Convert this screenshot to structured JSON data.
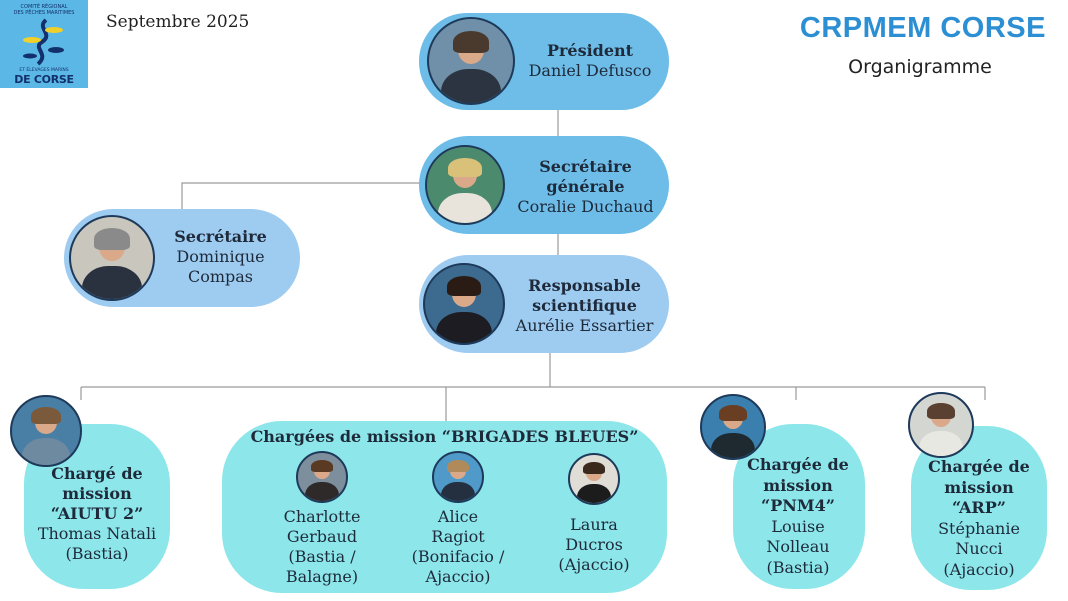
{
  "header": {
    "date": "Septembre 2025",
    "org_name": "CRPMEM CORSE",
    "org_subtitle": "Organigramme",
    "logo": {
      "line1": "COMITÉ RÉGIONAL",
      "line2": "DES PÊCHES MARITIMES",
      "line3": "ET ÉLEVAGES MARINS",
      "line4": "DE CORSE"
    }
  },
  "nodes": {
    "president": {
      "title": "Président",
      "name": "Daniel Defusco"
    },
    "secretaire_generale": {
      "title1": "Secrétaire",
      "title2": "générale",
      "name": "Coralie Duchaud"
    },
    "secretaire": {
      "title": "Secrétaire",
      "name1": "Dominique",
      "name2": "Compas"
    },
    "responsable": {
      "title1": "Responsable",
      "title2": "scientifique",
      "name": "Aurélie Essartier"
    },
    "aiutu": {
      "title1": "Chargé de",
      "title2": "mission",
      "title3": "“AIUTU 2”",
      "name": "Thomas Natali",
      "place": "(Bastia)"
    },
    "brigades": {
      "title": "Chargées de mission “BRIGADES BLEUES”",
      "members": [
        {
          "line1": "Charlotte",
          "line2": "Gerbaud",
          "line3": "(Bastia /",
          "line4": "Balagne)"
        },
        {
          "line1": "Alice",
          "line2": "Ragiot",
          "line3": "(Bonifacio /",
          "line4": "Ajaccio)"
        },
        {
          "line1": "Laura",
          "line2": "Ducros",
          "line3": "(Ajaccio)"
        }
      ]
    },
    "pnm4": {
      "title1": "Chargée de",
      "title2": "mission",
      "title3": "“PNM4”",
      "name1": "Louise",
      "name2": "Nolleau",
      "place": "(Bastia)"
    },
    "arp": {
      "title1": "Chargée de",
      "title2": "mission",
      "title3": "“ARP”",
      "name1": "Stéphanie",
      "name2": "Nucci",
      "place": "(Ajaccio)"
    }
  },
  "colors": {
    "title_blue": "#2d8fd3",
    "node_dark": "#6dbde8",
    "node_light": "#9ecbf0",
    "node_aqua": "#8ce6ea",
    "connector": "#9a9a9a"
  }
}
